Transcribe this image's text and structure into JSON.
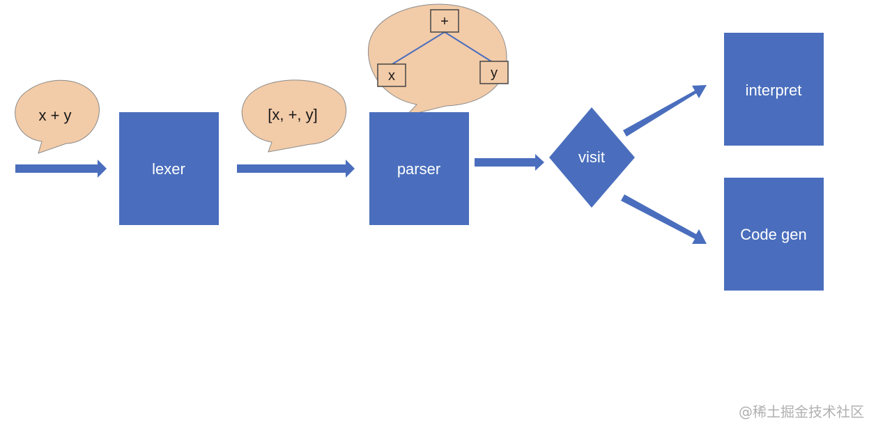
{
  "colors": {
    "box_fill": "#4a6ebd",
    "arrow_fill": "#4a6ebd",
    "bubble_fill": "#f2cba8",
    "bubble_stroke": "#8a8a8a",
    "tree_line": "#4a6ebd",
    "node_fill": "#f2cba8",
    "node_stroke": "#444444"
  },
  "stages": {
    "lexer": "lexer",
    "parser": "parser",
    "visit": "visit",
    "interpret": "interpret",
    "codegen": "Code gen"
  },
  "bubbles": {
    "source": "x + y",
    "tokens": "[x, +, y]"
  },
  "ast": {
    "root": "+",
    "left": "x",
    "right": "y"
  },
  "watermark": "@稀土掘金技术社区"
}
